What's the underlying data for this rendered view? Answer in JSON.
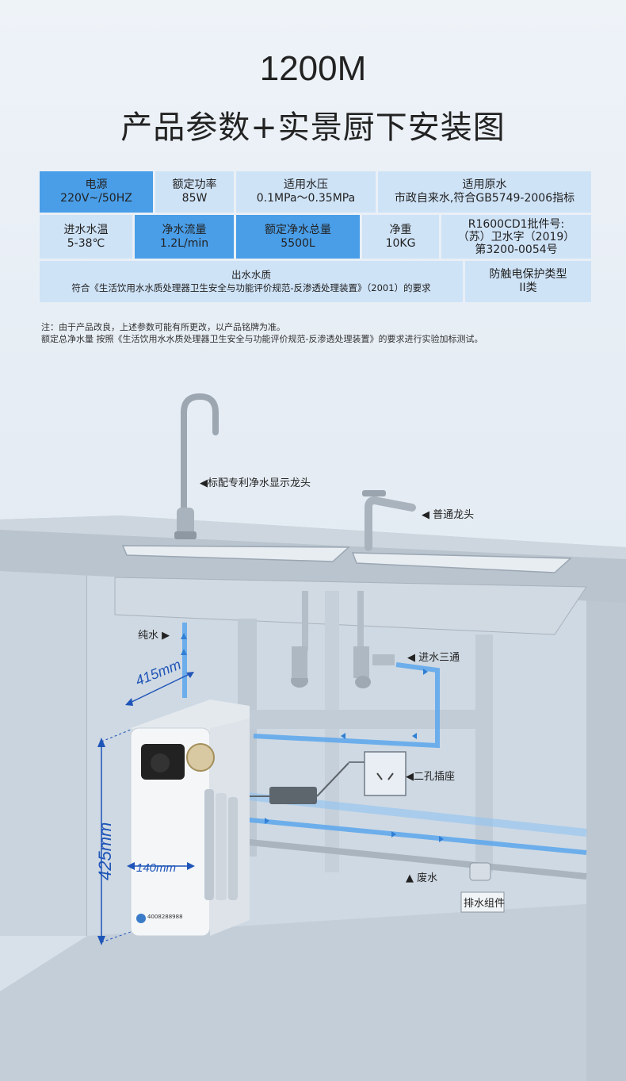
{
  "header": {
    "line1": "1200M",
    "line2": "产品参数+实景厨下安装图"
  },
  "specs": {
    "power_source": {
      "label": "电源",
      "value": "220V~/50HZ"
    },
    "rated_power": {
      "label": "额定功率",
      "value": "85W"
    },
    "water_pressure": {
      "label": "适用水压",
      "value": "0.1MPa～0.35MPa"
    },
    "source_water": {
      "label": "适用原水",
      "value": "市政自来水,符合GB5749-2006指标"
    },
    "inlet_temp": {
      "label": "进水水温",
      "value": "5-38℃"
    },
    "pure_flow": {
      "label": "净水流量",
      "value": "1.2L/min"
    },
    "rated_total": {
      "label": "额定净水总量",
      "value": "5500L"
    },
    "net_weight": {
      "label": "净重",
      "value": "10KG"
    },
    "approval": {
      "line1": "R1600CD1批件号:",
      "line2": "（苏）卫水字（2019）",
      "line3": "第3200-0054号"
    },
    "outlet_quality": {
      "label": "出水水质",
      "value": "符合《生活饮用水水质处理器卫生安全与功能评价规范-反渗透处理装置》（2001）的要求"
    },
    "shock_protection": {
      "line1": "防触电保护类型",
      "line2": "II类"
    }
  },
  "notes": {
    "line1": "注：由于产品改良，上述参数可能有所更改，以产品铭牌为准。",
    "line2": "额定总净水量 按照《生活饮用水水质处理器卫生安全与功能评价规范-反渗透处理装置》的要求进行实验加标测试。"
  },
  "callouts": {
    "faucet_std": "◀标配专利净水显示龙头",
    "faucet_normal": "◀ 普通龙头",
    "pure_water": "纯水 ▶",
    "tee_valve": "◀ 进水三通",
    "socket": "◀二孔插座",
    "waste_water": "▲ 废水",
    "drain_kit": "排水组件"
  },
  "dimensions": {
    "depth": "415mm",
    "height": "425mm",
    "width": "140mm"
  },
  "device": {
    "phone": "4008288988"
  },
  "colors": {
    "dark_cell": "#4a9ee8",
    "light_cell": "#cfe3f7",
    "pipe_blue": "#5aa6ec",
    "dim_blue": "#1f55b8"
  }
}
